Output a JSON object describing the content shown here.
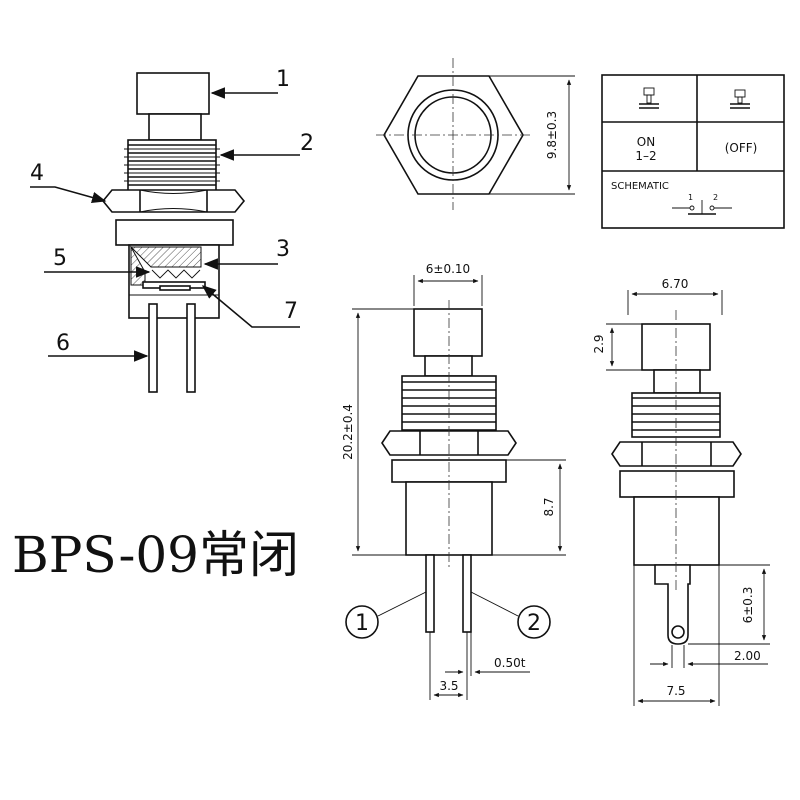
{
  "title": "BPS-09常闭",
  "callouts": [
    "1",
    "2",
    "3",
    "4",
    "5",
    "6",
    "7"
  ],
  "dimensions": {
    "hex_height": "9.8±0.3",
    "actuator_width": "6±0.10",
    "overall_height": "20.2±0.4",
    "body_height": "8.7",
    "terminal_spacing": "3.5",
    "terminal_thickness": "0.50t",
    "side_width": "6.70",
    "actuator_height": "2.9",
    "terminal_length": "6±0.3",
    "terminal_hole": "2.00",
    "body_width": "7.5"
  },
  "pins": [
    "1",
    "2"
  ],
  "table": {
    "on_label": "ON",
    "on_pins": "1–2",
    "off_label": "(OFF)",
    "schematic_label": "SCHEMATIC",
    "pin1": "1",
    "pin2": "2"
  }
}
